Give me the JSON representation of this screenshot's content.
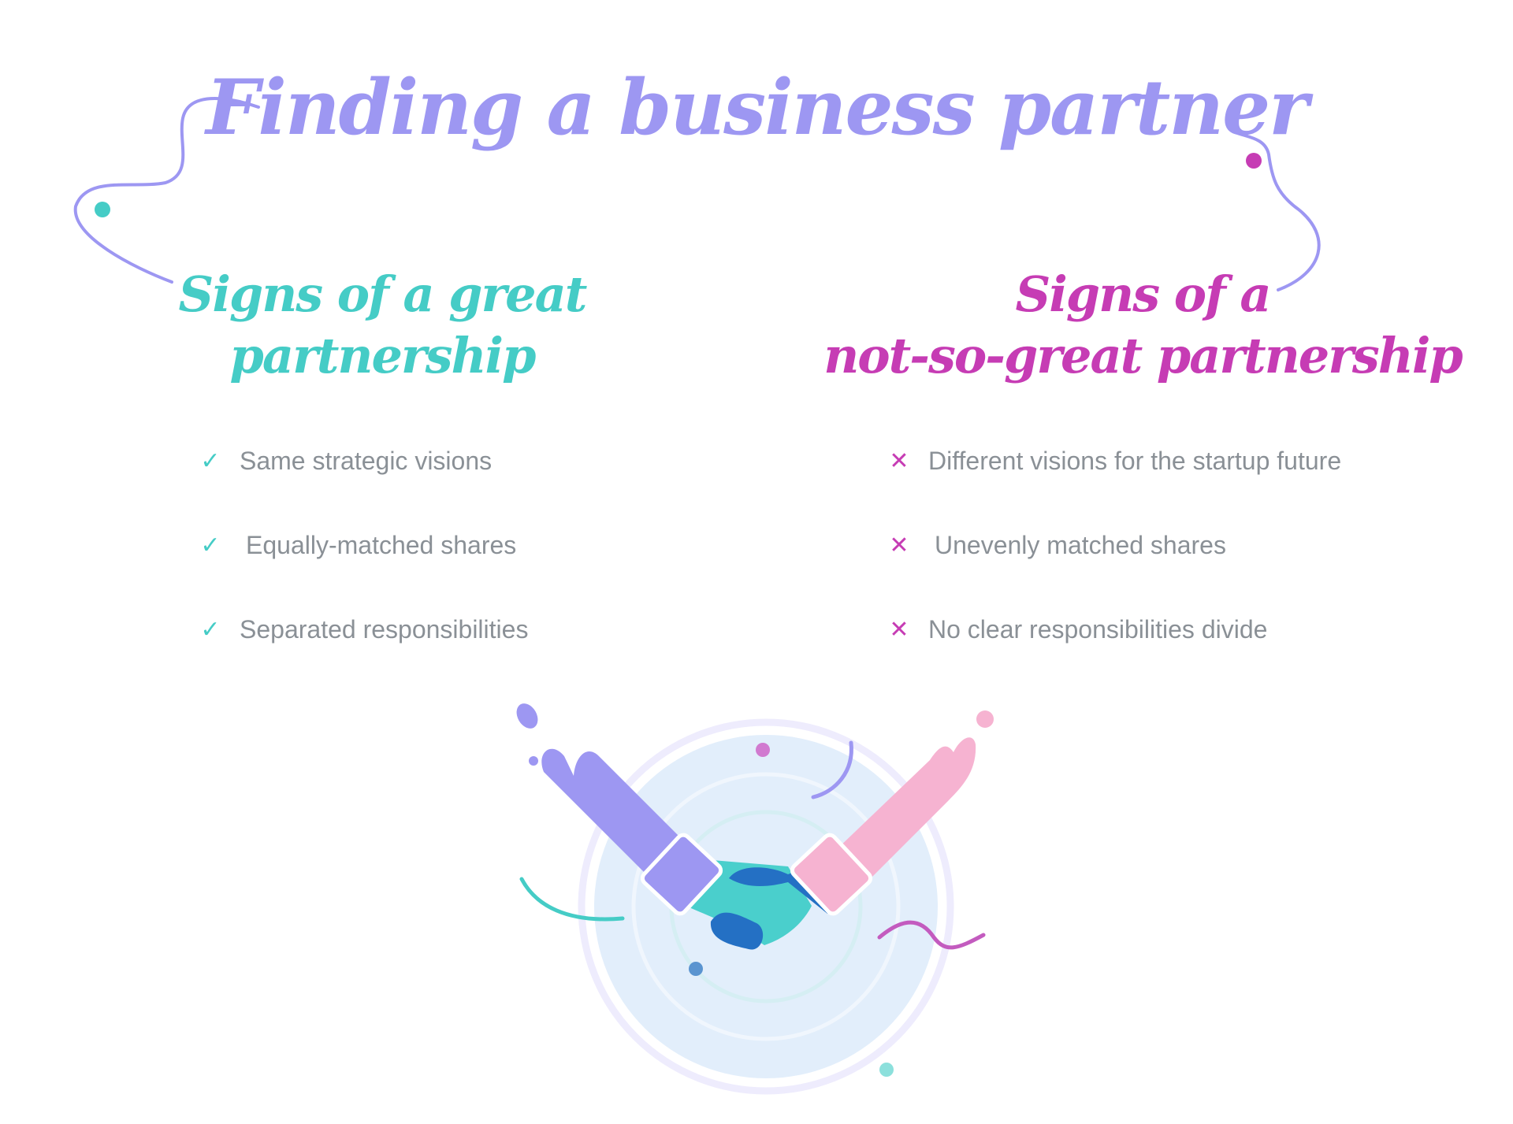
{
  "title": "Finding a business partner",
  "good": {
    "heading_line1": "Signs of a great",
    "heading_line2": "partnership",
    "items": [
      "Same strategic visions",
      "Equally-matched shares",
      "Separated responsibilities"
    ]
  },
  "bad": {
    "heading_line1": "Signs of a",
    "heading_line2": "not-so-great  partnership",
    "items": [
      "Different visions for the startup future",
      "Unevenly matched shares",
      "No clear responsibilities divide"
    ]
  },
  "icons": {
    "good": "check-icon",
    "bad": "x-mark-icon",
    "illustration": "handshake-icon"
  },
  "colors": {
    "title": "#9d97f2",
    "good": "#45ccc6",
    "bad": "#c63cb4",
    "text": "#8a9096"
  }
}
